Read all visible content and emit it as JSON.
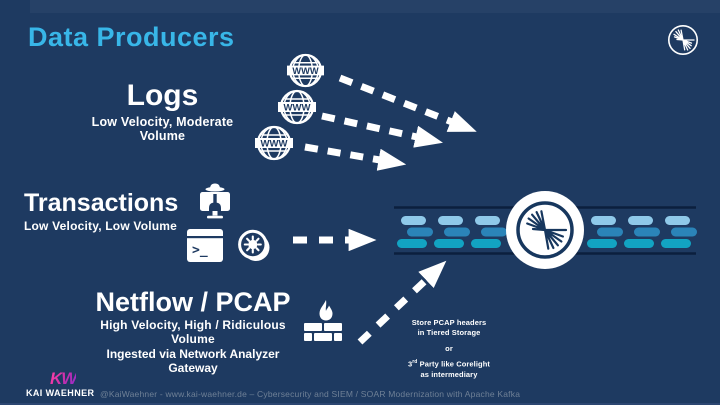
{
  "slide": {
    "title": "Data Producers",
    "accent_color": "#38b6e8",
    "background_color": "#1e3a61"
  },
  "producers": [
    {
      "name": "Logs",
      "subtitle": "Low Velocity, Moderate Volume"
    },
    {
      "name": "Transactions",
      "subtitle": "Low Velocity, Low Volume"
    },
    {
      "name": "Netflow / PCAP",
      "subtitle_line1": "High Velocity, High / Ridiculous Volume",
      "subtitle_line2": "Ingested via Network Analyzer Gateway"
    }
  ],
  "annotation": {
    "line1": "Store PCAP headers",
    "line2": "in Tiered Storage",
    "line3": "or",
    "line4_num": "3",
    "line4_sup": "rd",
    "line4_rest": " Party like Corelight",
    "line5": "as intermediary"
  },
  "icons": {
    "globe_label": "WWW",
    "terminal_prompt": ">_"
  },
  "pipeline": {
    "pill_color_top": "#8fc9e9",
    "pill_color_middle": "#2b84b8",
    "pill_color_bottom": "#12a3c2",
    "rail_color": "#0b1f3e"
  },
  "footer": {
    "logo_text": "KW",
    "logo_name": "KAI WAEHNER",
    "credit": "@KaiWaehner - www.kai-waehner.de – Cybersecurity and SIEM / SOAR Modernization with Apache Kafka"
  }
}
